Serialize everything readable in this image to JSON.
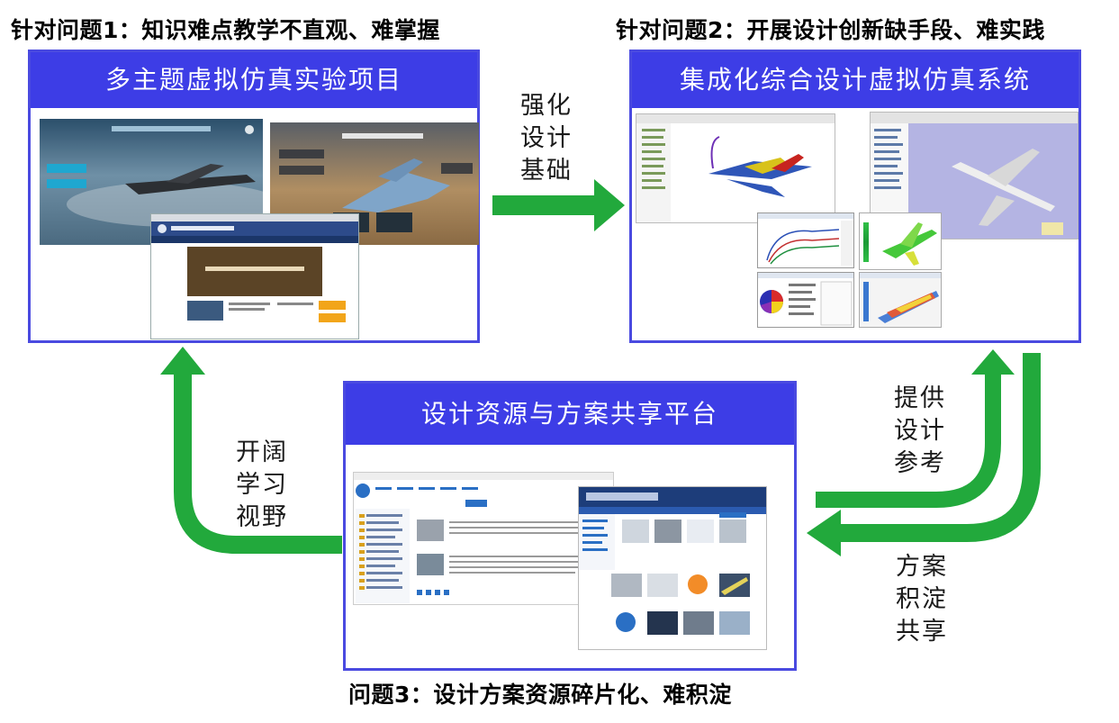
{
  "problems": {
    "p1": "针对问题1：知识难点教学不直观、难掌握",
    "p2": "针对问题2：开展设计创新缺手段、难实践",
    "p3": "问题3：设计方案资源碎片化、难积淀"
  },
  "panels": {
    "left_top": {
      "title": "多主题虚拟仿真实验项目"
    },
    "right_top": {
      "title": "集成化综合设计虚拟仿真系统"
    },
    "bottom": {
      "title": "设计资源与方案共享平台"
    }
  },
  "arrows": {
    "strengthen": [
      "强化",
      "设计",
      "基础"
    ],
    "provide": [
      "提供",
      "设计",
      "参考"
    ],
    "accumulate": [
      "方案",
      "积淀",
      "共享"
    ],
    "broaden": [
      "开阔",
      "学习",
      "视野"
    ]
  },
  "colors": {
    "header_blue": "#3d3de6",
    "panel_border": "#4a4ae0",
    "arrow_green_dark": "#1e9a38",
    "arrow_green_light": "#34c24a"
  }
}
